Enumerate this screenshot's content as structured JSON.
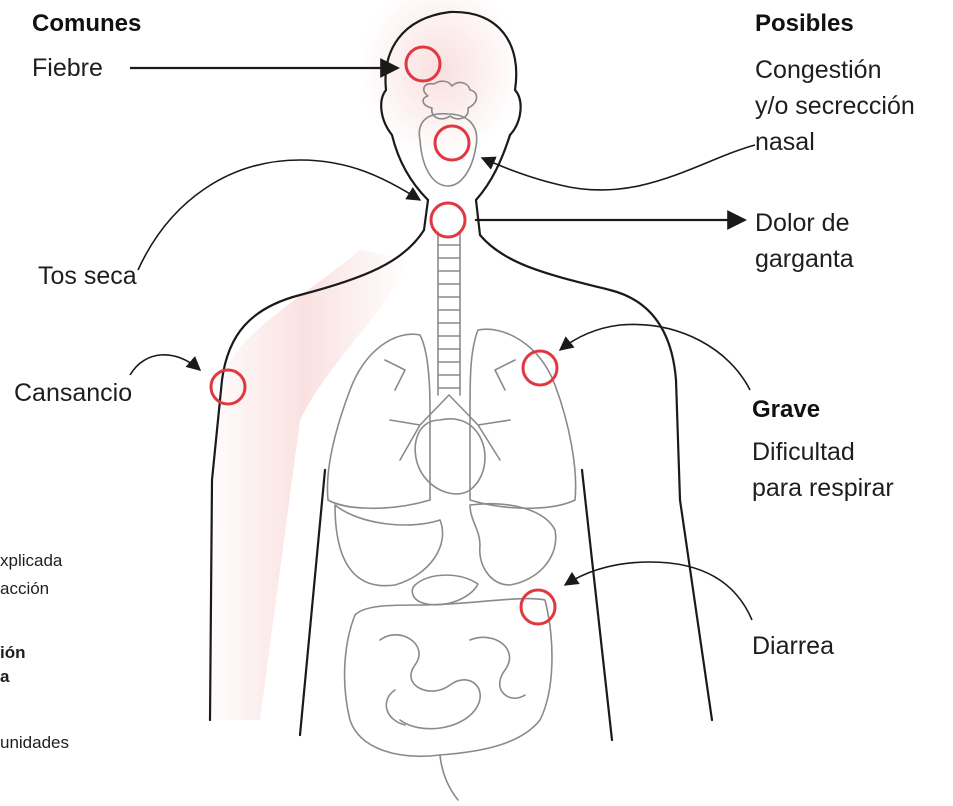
{
  "headers": {
    "common": "Comunes",
    "possible": "Posibles",
    "severe": "Grave"
  },
  "labels": {
    "fever": "Fiebre",
    "dry_cough": "Tos seca",
    "tiredness": "Cansancio",
    "congestion": [
      "Congestión",
      "y/o secrección",
      "nasal"
    ],
    "sore_throat": [
      "Dolor de",
      "garganta"
    ],
    "breathing": [
      "Dificultad",
      "para respirar"
    ],
    "diarrhea": "Diarrea"
  },
  "cut_text": {
    "line1": "xplicada",
    "line2": "acción",
    "line3": "ión",
    "line4": "a",
    "line5": "unidades"
  },
  "colors": {
    "marker": "#e0383e",
    "outline": "#1a1a1a",
    "organ": "#8a8a8a",
    "glow": "#f6c9c9"
  }
}
